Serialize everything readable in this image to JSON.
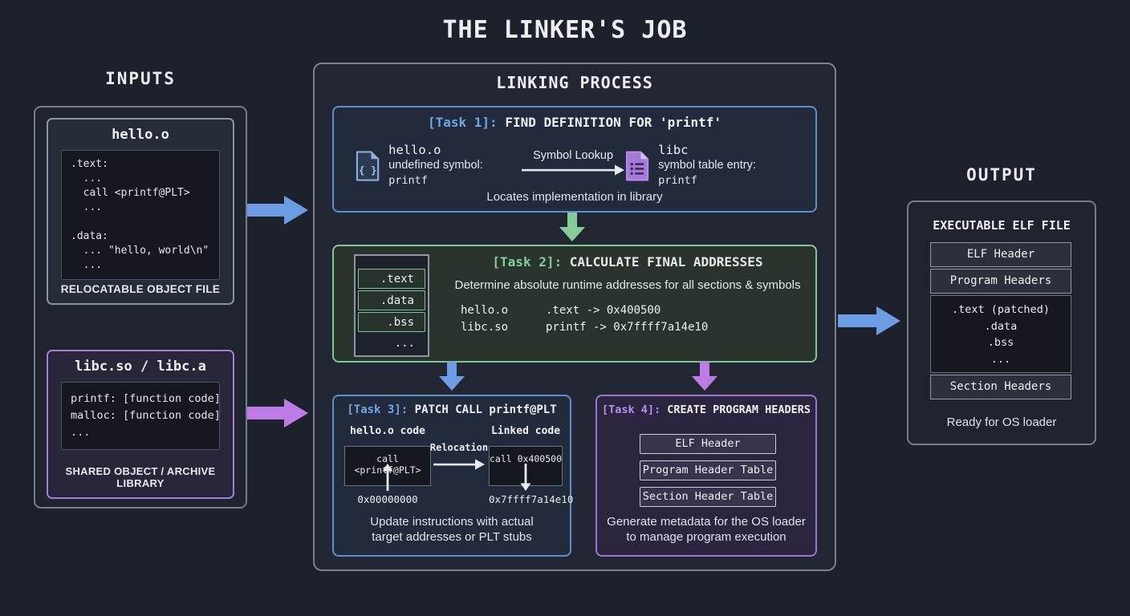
{
  "title": "THE LINKER'S JOB",
  "colors": {
    "page_bg": "#1d212b",
    "panel_bg": "#232733",
    "blue_accent": "#6fa8e8",
    "green_accent": "#84cf9c",
    "purple_accent": "#bd8df0",
    "arrow_blue": "#6b9ce4",
    "arrow_purple": "#bd7ce5",
    "arrow_green": "#86cc9a",
    "arrow_white": "#e8eaee",
    "task_blue_border": "#5e8fc9",
    "task_green_border": "#7cc795",
    "task_purple_border": "#9d74d4"
  },
  "inputs": {
    "label": "INPUTS",
    "hello_o": {
      "title": "hello.o",
      "code_lines": [
        ".text:",
        "  ...",
        "  call <printf@PLT>",
        "  ...",
        "",
        ".data:",
        "  ... \"hello, world\\n\"",
        "  ..."
      ],
      "caption": "RELOCATABLE OBJECT FILE"
    },
    "libc": {
      "title": "libc.so / libc.a",
      "code_lines": [
        "printf: [function code]",
        "malloc: [function code]",
        "..."
      ],
      "caption": "SHARED OBJECT / ARCHIVE LIBRARY"
    }
  },
  "process": {
    "label": "LINKING PROCESS",
    "task1": {
      "prefix": "[Task 1]:",
      "title": "FIND DEFINITION FOR 'printf'",
      "left_icon": "code-file-icon",
      "left_icon_glyph": "{ }",
      "left_name": "hello.o",
      "left_desc_label": "undefined symbol:",
      "left_desc_value": "printf",
      "arrow_label": "Symbol Lookup",
      "right_icon": "symbol-table-file-icon",
      "right_name": "libc",
      "right_desc_label": "symbol table entry:",
      "right_desc_value": "printf",
      "caption": "Locates implementation in library"
    },
    "task2": {
      "prefix": "[Task 2]:",
      "title": "CALCULATE FINAL ADDRESSES",
      "stack_sections": [
        ".text",
        ".data",
        ".bss"
      ],
      "stack_more": "...",
      "desc": "Determine absolute runtime addresses for all sections & symbols",
      "mappings": [
        {
          "file": "hello.o",
          "map": ".text -> 0x400500"
        },
        {
          "file": "libc.so",
          "map": "printf -> 0x7ffff7a14e10"
        }
      ]
    },
    "task3": {
      "prefix": "[Task 3]:",
      "title": "PATCH CALL printf@PLT",
      "left_label": "hello.o code",
      "left_code": "call <printf@PLT>",
      "left_addr": "0x00000000",
      "arrow_label": "Relocation",
      "right_label": "Linked code",
      "right_code": "call 0x400500",
      "right_addr": "0x7ffff7a14e10",
      "caption_line1": "Update instructions with actual",
      "caption_line2": "target addresses or PLT stubs"
    },
    "task4": {
      "prefix": "[Task 4]:",
      "title": "CREATE PROGRAM HEADERS",
      "boxes": [
        "ELF Header",
        "Program Header Table",
        "Section Header Table"
      ],
      "caption_line1": "Generate metadata for the OS loader",
      "caption_line2": "to manage program execution"
    }
  },
  "output": {
    "label": "OUTPUT",
    "title": "EXECUTABLE ELF FILE",
    "cell_elf_header": "ELF Header",
    "cell_program_headers": "Program Headers",
    "code_lines": [
      ".text (patched)",
      ".data",
      ".bss",
      "..."
    ],
    "cell_section_headers": "Section Headers",
    "caption": "Ready for OS loader"
  }
}
